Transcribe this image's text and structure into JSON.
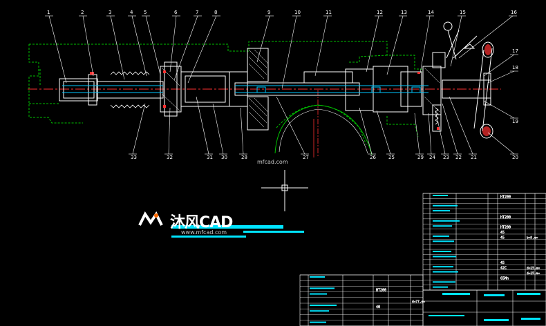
{
  "balloons_top": [
    "1",
    "2",
    "3",
    "4",
    "5",
    "6",
    "7",
    "8",
    "9",
    "10",
    "11",
    "12",
    "13",
    "14",
    "15",
    "16"
  ],
  "balloons_right": [
    "17",
    "18",
    "19",
    "20"
  ],
  "balloons_bottom": [
    "33",
    "32",
    "31",
    "30",
    "28",
    "27",
    "26",
    "25",
    "24",
    "23",
    "22",
    "21"
  ],
  "balloons_bottom_extra": [
    "29"
  ],
  "watermark": {
    "brand": "沐风CAD",
    "url": "www.mfcad.com",
    "small_url": "mfcad.com"
  },
  "colors": {
    "background": "#000000",
    "outline": "#ffffff",
    "hidden": "#00c000",
    "center": "#ff3030",
    "section": "#00c8ff",
    "table": "#ffffff",
    "highlight": "#00e5ff"
  },
  "bom_right": {
    "rows": [
      "HT200",
      "",
      "",
      "",
      "HT200",
      "",
      "HT200",
      "45",
      "45",
      "",
      "",
      "",
      "",
      "45",
      "42C",
      "",
      "65Mn",
      "",
      ""
    ],
    "notes": [
      "",
      "",
      "",
      "",
      "",
      "",
      "",
      "",
      "b=5,e=",
      "",
      "",
      "",
      "",
      "",
      "d=15,e=",
      "d=15,e=",
      "",
      ""
    ]
  },
  "bom_left": {
    "rows": [
      "",
      "",
      "HT200",
      "",
      "",
      "40",
      "",
      "",
      ""
    ],
    "notes": [
      "",
      "",
      "",
      "",
      "d=77,e=",
      "",
      "",
      "",
      ""
    ]
  }
}
